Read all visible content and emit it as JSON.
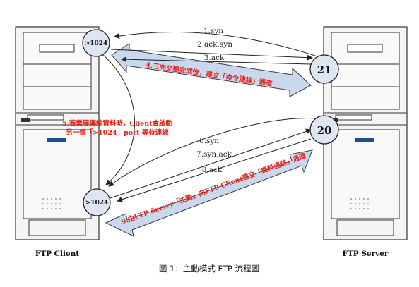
{
  "client": {
    "label": "FTP Client"
  },
  "server": {
    "label": "FTP Server"
  },
  "ports": {
    "client_top": ">1024",
    "client_bottom": ">1024",
    "server_command": "21",
    "server_data": "20"
  },
  "messages": {
    "m1": "1.syn",
    "m2": "2.ack,syn",
    "m3": "3.ack",
    "m4": "4.三向交握完成後，建立「命令連線」通道",
    "m5_line1": "5.若需要傳輸資料時，Client會啟動",
    "m5_line2": "另一個「>1024」port 等待連線",
    "m6": "6.syn",
    "m7": "7.syn,ack",
    "m8": "8.ack",
    "m9": "9.由FTP Server「主動」向FTP Client建立「資料連線」通道"
  },
  "caption": "圖 1：主動模式 FTP 流程圖",
  "colors": {
    "tower_fill": "#f4f4f4",
    "port_circle": "#dde6f2",
    "tunnel_fill": "#c9d8ec",
    "annotation": "#e1261c"
  }
}
